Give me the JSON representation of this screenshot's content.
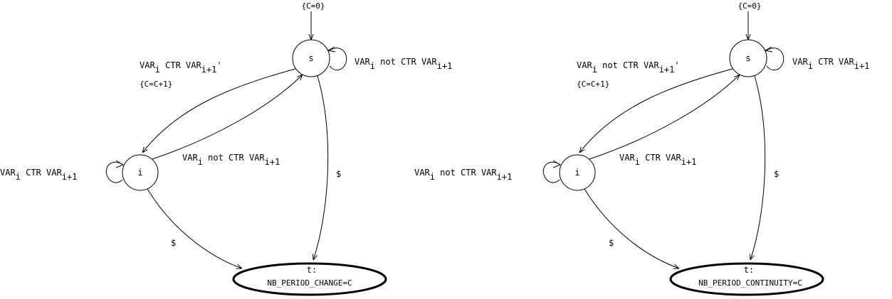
{
  "diagrams": [
    {
      "init_label": "{C=0}",
      "state_s": "s",
      "state_i": "i",
      "state_t": "t:",
      "final_text": "NB_PERIOD_CHANGE=C",
      "loop_s": {
        "a": "VAR",
        "a_sub": "i",
        "b": " not CTR VAR",
        "b_sub": "i+1"
      },
      "s_to_i": {
        "a": "VAR",
        "a_sub": "i",
        "b": " CTR VAR",
        "b_sub": "i+1",
        "tail": "'"
      },
      "s_to_i_assign": "{C=C+1}",
      "i_to_s": {
        "a": "VAR",
        "a_sub": "i",
        "b": " not CTR VAR",
        "b_sub": "i+1"
      },
      "loop_i": {
        "a": "VAR",
        "a_sub": "i",
        "b": " CTR VAR",
        "b_sub": "i+1"
      },
      "s_to_t": "$",
      "i_to_t": "$"
    },
    {
      "init_label": "{C=0}",
      "state_s": "s",
      "state_i": "i",
      "state_t": "t:",
      "final_text": "NB_PERIOD_CONTINUITY=C",
      "loop_s": {
        "a": "VAR",
        "a_sub": "i",
        "b": " CTR VAR",
        "b_sub": "i+1"
      },
      "s_to_i": {
        "a": "VAR",
        "a_sub": "i",
        "b": " not CTR VAR",
        "b_sub": "i+1",
        "tail": "'"
      },
      "s_to_i_assign": "{C=C+1}",
      "i_to_s": {
        "a": "VAR",
        "a_sub": "i",
        "b": " CTR VAR",
        "b_sub": "i+1"
      },
      "loop_i": {
        "a": "VAR",
        "a_sub": "i",
        "b": " not CTR VAR",
        "b_sub": "i+1"
      },
      "s_to_t": "$",
      "i_to_t": "$"
    }
  ]
}
